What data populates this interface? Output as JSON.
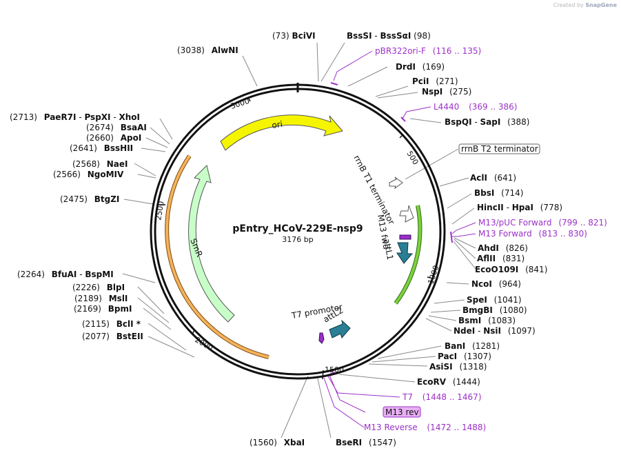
{
  "credit": {
    "prefix": "Created by",
    "brand": "SnapGene"
  },
  "plasmid": {
    "name": "pEntry_HCoV-229E-nsp9",
    "length": "3176 bp"
  },
  "colors": {
    "backbone": "#111111",
    "site_line": "#888888",
    "primer": "#9b30c8",
    "ori": "#f5f500",
    "smr": "#c8ffc8",
    "att": "#2a7f95",
    "orange": "#f5b25a",
    "green": "#7cd23c"
  },
  "ticks": [
    "500",
    "1000",
    "1500",
    "2000",
    "2500",
    "3000"
  ],
  "features": {
    "ori": "ori",
    "smr": "SmR",
    "rrnb_t1": "rrnB T1 terminator",
    "rrnb_t2": "rrnB T2 terminator",
    "m13_fwd": "M13 fwd",
    "attl1": "attL1",
    "attl2": "attL2",
    "t7_promoter": "T7 promoter"
  },
  "sites": [
    {
      "id": "bcivi",
      "pos": "(73)",
      "name": "BciVI"
    },
    {
      "id": "bsssi",
      "pos": "(98)",
      "name": "BssSI",
      "name2": "BssSαI"
    },
    {
      "id": "drdi",
      "pos": "(169)",
      "name": "DrdI"
    },
    {
      "id": "pcii",
      "pos": "(271)",
      "name": "PciI"
    },
    {
      "id": "nspi",
      "pos": "(275)",
      "name": "NspI"
    },
    {
      "id": "bspqi",
      "pos": "(388)",
      "name": "BspQI",
      "name2": "SapI"
    },
    {
      "id": "acli",
      "pos": "(641)",
      "name": "AclI"
    },
    {
      "id": "bbsi",
      "pos": "(714)",
      "name": "BbsI"
    },
    {
      "id": "hincii",
      "pos": "(778)",
      "name": "HincII",
      "name2": "HpaI"
    },
    {
      "id": "ahdi",
      "pos": "(826)",
      "name": "AhdI"
    },
    {
      "id": "aflii",
      "pos": "(831)",
      "name": "AflII"
    },
    {
      "id": "eco0109i",
      "pos": "(841)",
      "name": "EcoO109I"
    },
    {
      "id": "ncoi",
      "pos": "(964)",
      "name": "NcoI"
    },
    {
      "id": "spei",
      "pos": "(1041)",
      "name": "SpeI"
    },
    {
      "id": "bmgbi",
      "pos": "(1080)",
      "name": "BmgBI"
    },
    {
      "id": "bsmi",
      "pos": "(1083)",
      "name": "BsmI"
    },
    {
      "id": "ndei",
      "pos": "(1097)",
      "name": "NdeI",
      "name2": "NsiI"
    },
    {
      "id": "bani",
      "pos": "(1281)",
      "name": "BanI"
    },
    {
      "id": "paci",
      "pos": "(1307)",
      "name": "PacI"
    },
    {
      "id": "asisi",
      "pos": "(1318)",
      "name": "AsiSI"
    },
    {
      "id": "ecorv",
      "pos": "(1444)",
      "name": "EcoRV"
    },
    {
      "id": "bseri",
      "pos": "(1547)",
      "name": "BseRI"
    },
    {
      "id": "xbai",
      "pos": "(1560)",
      "name": "XbaI"
    },
    {
      "id": "bsteii",
      "pos": "(2077)",
      "name": "BstEII"
    },
    {
      "id": "bcli",
      "pos": "(2115)",
      "name": "BclI *"
    },
    {
      "id": "bpmi",
      "pos": "(2169)",
      "name": "BpmI"
    },
    {
      "id": "msli",
      "pos": "(2189)",
      "name": "MslI"
    },
    {
      "id": "blpi",
      "pos": "(2226)",
      "name": "BlpI"
    },
    {
      "id": "bfuai",
      "pos": "(2264)",
      "name": "BfuAI",
      "name2": "BspMI"
    },
    {
      "id": "btgzi",
      "pos": "(2475)",
      "name": "BtgZI"
    },
    {
      "id": "ngomiv",
      "pos": "(2566)",
      "name": "NgoMIV"
    },
    {
      "id": "naei",
      "pos": "(2568)",
      "name": "NaeI"
    },
    {
      "id": "bsshii",
      "pos": "(2641)",
      "name": "BssHII"
    },
    {
      "id": "apoi",
      "pos": "(2660)",
      "name": "ApoI"
    },
    {
      "id": "bsaai",
      "pos": "(2674)",
      "name": "BsaAI"
    },
    {
      "id": "paer7i",
      "pos": "(2713)",
      "name": "PaeR7I",
      "name2": "PspXI",
      "name3": "XhoI"
    },
    {
      "id": "alwni",
      "pos": "(3038)",
      "name": "AlwNI"
    }
  ],
  "primers": [
    {
      "id": "pbr322ori",
      "name": "pBR322ori-F",
      "range": "(116 .. 135)"
    },
    {
      "id": "l4440",
      "name": "L4440",
      "range": "(369 .. 386)"
    },
    {
      "id": "m13puc",
      "name": "M13/pUC Forward",
      "range": "(799 .. 821)"
    },
    {
      "id": "m13fwd",
      "name": "M13 Forward",
      "range": "(813 .. 830)"
    },
    {
      "id": "t7",
      "name": "T7",
      "range": "(1448 .. 1467)"
    },
    {
      "id": "m13rev",
      "name": "M13 rev"
    },
    {
      "id": "m13reverse",
      "name": "M13 Reverse",
      "range": "(1472 .. 1488)"
    }
  ]
}
